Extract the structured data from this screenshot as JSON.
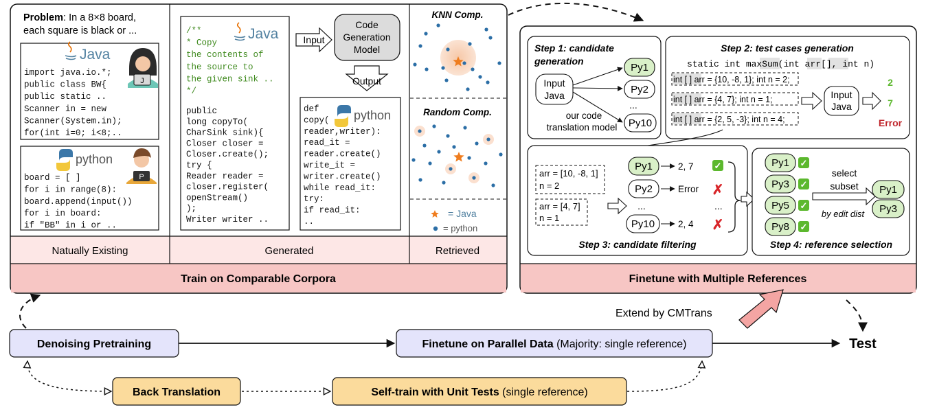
{
  "left_panel": {
    "natural": {
      "problem_label": "Problem",
      "problem_line1": ": In a 8×8 board,",
      "problem_line2": "each square is black or ...",
      "java_lang": "Java",
      "java_code": [
        "import java.io.*;",
        "public class BW{",
        " public static ..",
        "   Scanner in = new",
        "Scanner(System.in);",
        "   for(int i=0; i<8;.."
      ],
      "python_lang": "python",
      "python_code": [
        "board = [ ]",
        "for i in range(8):",
        " board.append(input())",
        " for i in board:",
        "   if \"BB\" in i or .."
      ],
      "avatar_java_letter": "J",
      "avatar_python_letter": "P",
      "column_label": "Natually Existing"
    },
    "generated": {
      "java_lang": "Java",
      "java_comment": [
        "/**",
        "* Copy",
        "the contents of",
        "the source to",
        "the given sink ..",
        "*/"
      ],
      "java_code": [
        "public",
        "long copyTo(",
        "CharSink sink){",
        "Closer closer =",
        " Closer.create();",
        "try {",
        " Reader reader =",
        " closer.register(",
        "   openStream()",
        " );",
        " Writer writer .."
      ],
      "input_label": "Input",
      "model_label": [
        "Code",
        "Generation",
        "Model"
      ],
      "output_label": "Output",
      "python_lang": "python",
      "python_code": [
        "def",
        "copy(",
        "reader,writer):",
        " read_it =",
        "reader.create()",
        " write_it =",
        "writer.create()",
        " while read_it:",
        "   try:",
        "     if read_it:",
        "       .."
      ],
      "column_label": "Generated"
    },
    "retrieved": {
      "knn_title": "KNN Comp.",
      "random_title": "Random Comp.",
      "legend_java": "= Java",
      "legend_python": "= python",
      "column_label": "Retrieved"
    },
    "footer": "Train on Comparable Corpora"
  },
  "right_panel": {
    "step1": {
      "title": [
        "Step 1: candidate",
        "generation"
      ],
      "input": [
        "Input",
        "Java"
      ],
      "candidates": [
        "Py1",
        "Py2",
        "...",
        "Py10"
      ],
      "note": [
        "our code",
        "translation model"
      ]
    },
    "step2": {
      "title": "Step 2: test cases generation",
      "signature": [
        "static int maxSum(",
        "int",
        " arr",
        "[]",
        ", ",
        "int",
        " n)"
      ],
      "tests": [
        {
          "p1": "int [ ]",
          "p2": " arr = {10, -8, 1};",
          "p3": " int",
          "p4": " n = 2;"
        },
        {
          "p1": "int [ ]",
          "p2": " arr = {4, 7};",
          "p3": " int",
          "p4": " n = 1;"
        },
        {
          "p1": "int [ ]",
          "p2": " arr = {2, 5, -3};",
          "p3": "  int",
          "p4": " n = 4;"
        }
      ],
      "input": [
        "Input",
        "Java"
      ],
      "outputs": [
        "2",
        "7",
        "Error"
      ]
    },
    "step3": {
      "title": "Step 3: candidate filtering",
      "case1": [
        "arr = [10, -8, 1]",
        "n = 2"
      ],
      "case2": [
        "arr = [4, 7]",
        "n = 1"
      ],
      "cands": [
        "Py1",
        "Py2",
        "...",
        "Py10"
      ],
      "results": [
        "2, 7",
        "Error",
        "...",
        "2, 4"
      ],
      "marks": [
        "✓",
        "✗",
        "✗"
      ]
    },
    "step4": {
      "title": "Step 4: reference selection",
      "kept": [
        "Py1",
        "Py3",
        "Py5",
        "Py8"
      ],
      "select_label": [
        "select",
        "subset"
      ],
      "by_label": "by edit dist",
      "selected": [
        "Py1",
        "Py3"
      ]
    },
    "footer": "Finetune with Multiple References"
  },
  "bottom": {
    "extend_label": "Extend by CMTrans",
    "denoise": "Denoising Pretraining",
    "finetune_bold": "Finetune on Parallel Data",
    "finetune_rest": " (Majority: single reference)",
    "test": "Test",
    "back_translation": "Back Translation",
    "selftrain_bold": "Self-train with Unit Tests",
    "selftrain_rest": " (single reference)"
  },
  "colors": {
    "pink": "#f7c6c4",
    "pink_light": "#fde7e6",
    "lavender": "#e4e4fb",
    "orange": "#fbdb9c",
    "green": "#d9f0c8",
    "check": "#5cb82e",
    "cross": "#d8262a",
    "error": "#c0272d",
    "dot": "#2b6ea6",
    "star": "#ef7d1f",
    "java_red": "#e76f00",
    "java_blue": "#5382a1"
  }
}
